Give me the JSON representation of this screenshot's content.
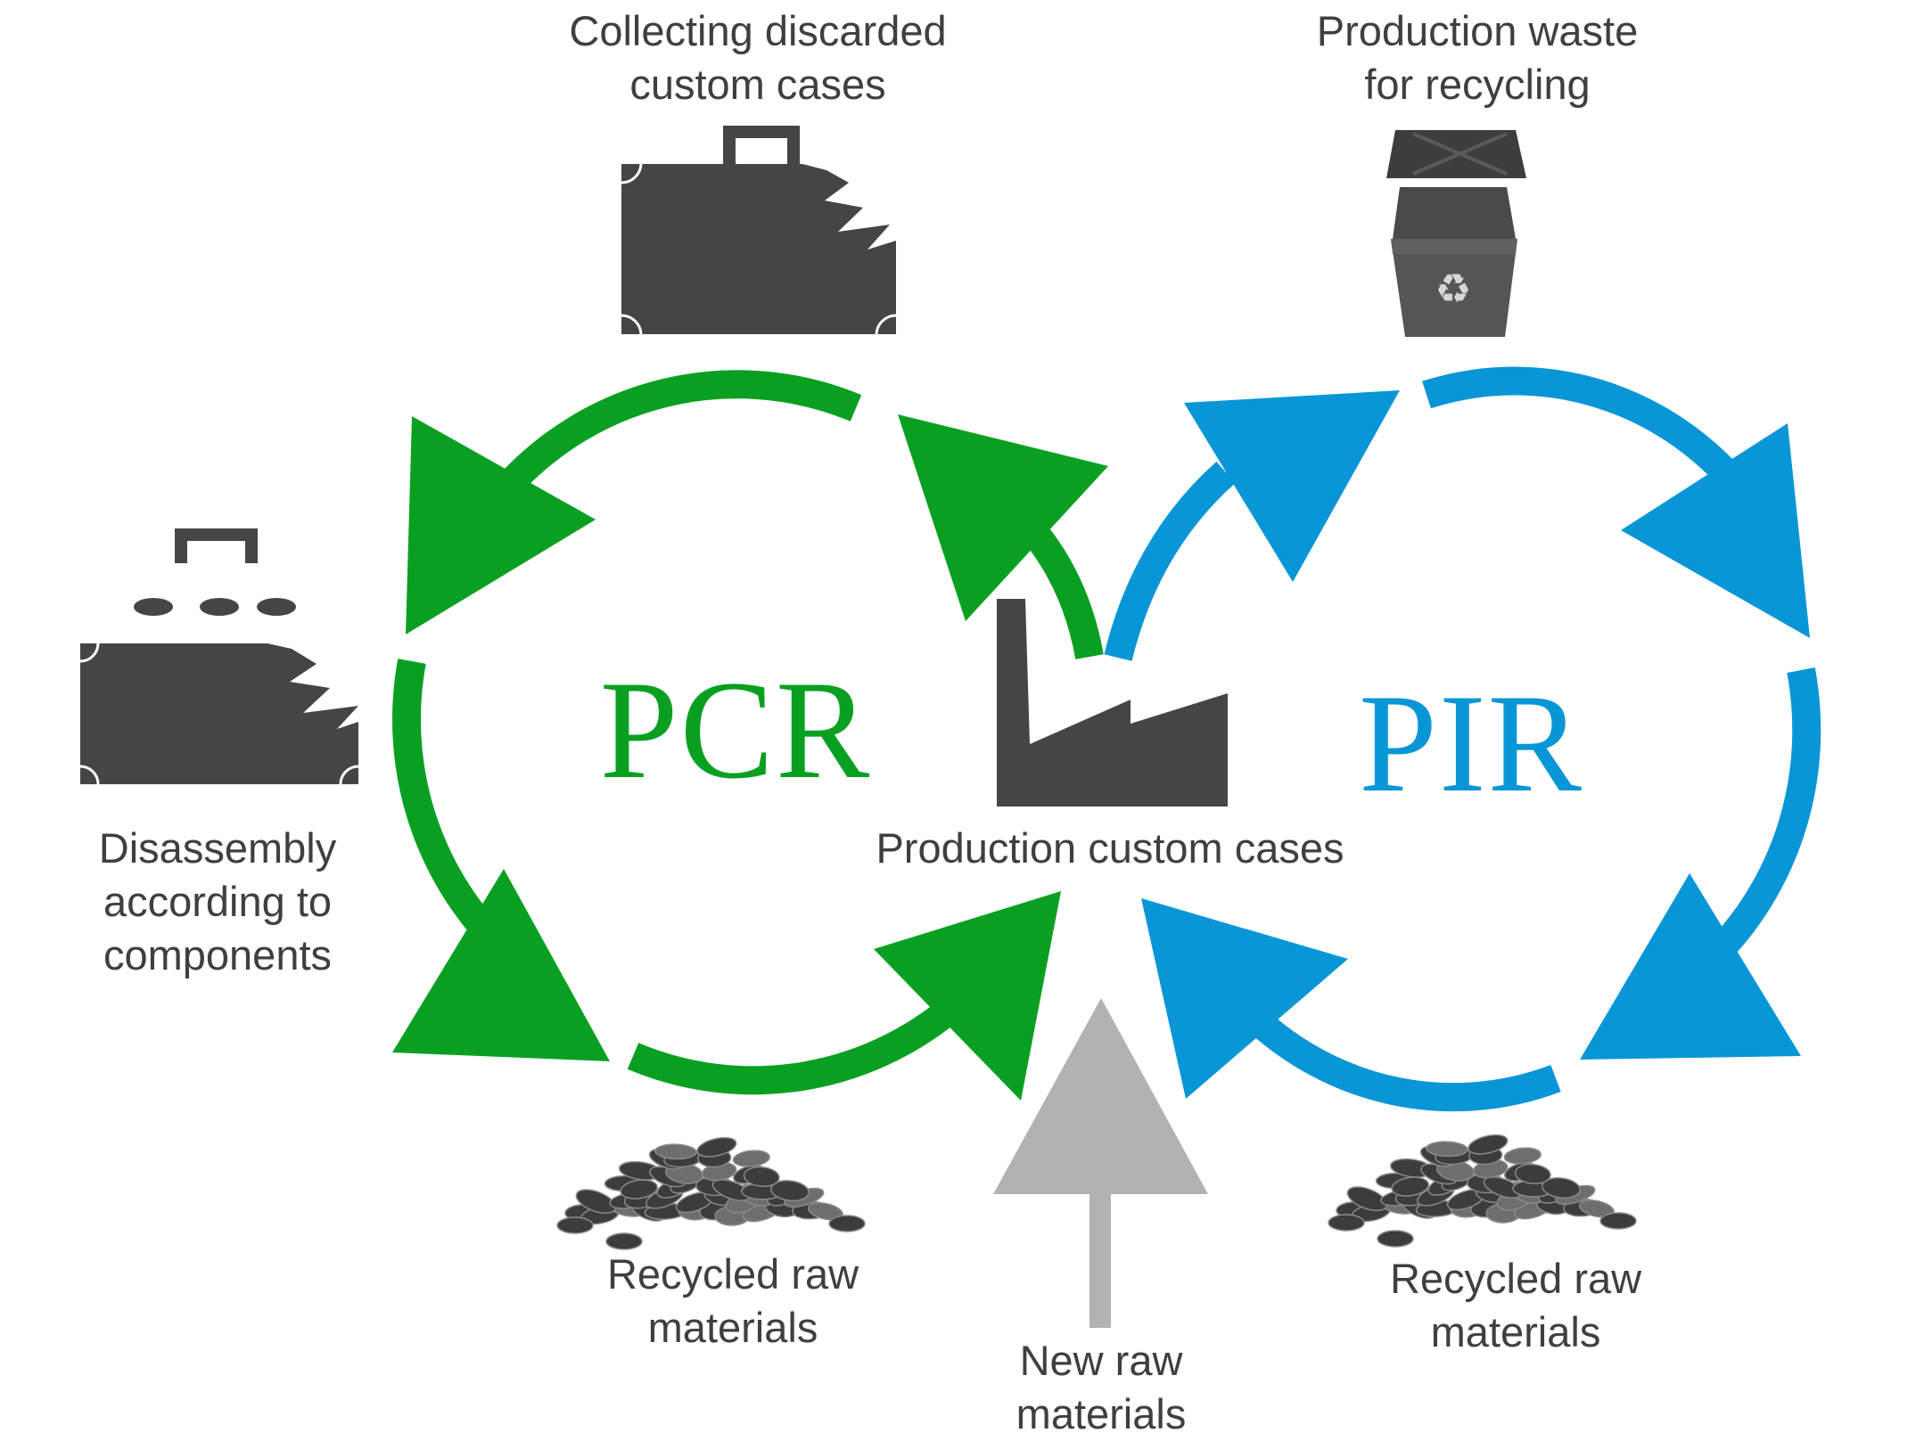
{
  "colors": {
    "pcr_green": "#09a022",
    "pir_blue": "#0996d7",
    "new_gray": "#b2b2b2",
    "icon_dark": "#454545",
    "text": "#3f3f3f"
  },
  "icons": {
    "broken_case": "broken-suitcase-icon",
    "recycling_bin": "recycling-bin-icon",
    "disassembled_case": "disassembled-suitcase-icon",
    "factory": "factory-icon",
    "granulate_left": "granulate-pile-icon",
    "granulate_right": "granulate-pile-icon"
  },
  "loops": {
    "pcr": "PCR",
    "pir": "PIR"
  },
  "labels": {
    "collecting": [
      "Collecting discarded",
      "custom cases"
    ],
    "production_waste": [
      "Production waste",
      "for recycling"
    ],
    "disassembly": [
      "Disassembly",
      "according to",
      "components"
    ],
    "production": "Production custom cases",
    "recycled_left": [
      "Recycled raw",
      "materials"
    ],
    "recycled_right": [
      "Recycled raw",
      "materials"
    ],
    "new_raw": [
      "New raw",
      "materials"
    ]
  }
}
